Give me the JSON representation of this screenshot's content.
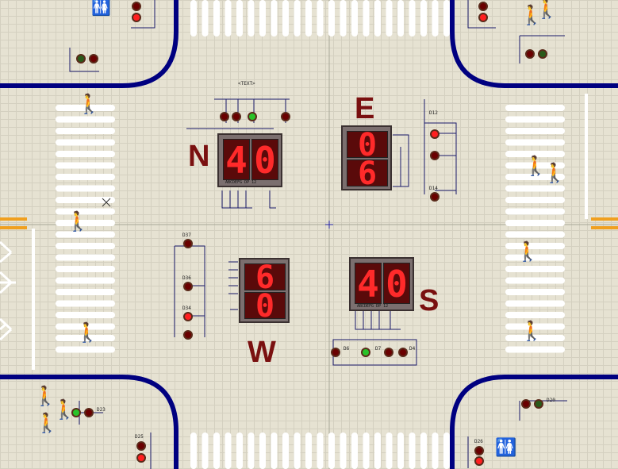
{
  "directions": {
    "north": "N",
    "east": "E",
    "west": "W",
    "south": "S"
  },
  "displays": {
    "north": {
      "d1": "4",
      "d2": "0",
      "pins": "ABCDEFG DP 12"
    },
    "east": {
      "d1": "0",
      "d2": "6"
    },
    "west": {
      "d1": "6",
      "d2": "0"
    },
    "south": {
      "d1": "4",
      "d2": "0",
      "pins": "ABCDEFG DP 12"
    }
  },
  "led_labels": {
    "d12": "D12",
    "d14": "D14",
    "d37": "D37",
    "d36": "D36",
    "d34": "D34",
    "d6": "D6",
    "d7": "D7",
    "d4": "D4",
    "d23": "D23",
    "d20": "D20",
    "d25": "D25",
    "d26": "D26"
  },
  "component_tag": "<TEXT>",
  "colors": {
    "road_edge": "#000080",
    "crosswalk": "#ffffff",
    "label": "#7a1010",
    "segment_on": "#ff2a2a",
    "lane_line": "#f0a020"
  },
  "icons": [
    "pedestrian-icon",
    "cursor-x-icon",
    "lane-arrow-icon",
    "ground-icon"
  ]
}
